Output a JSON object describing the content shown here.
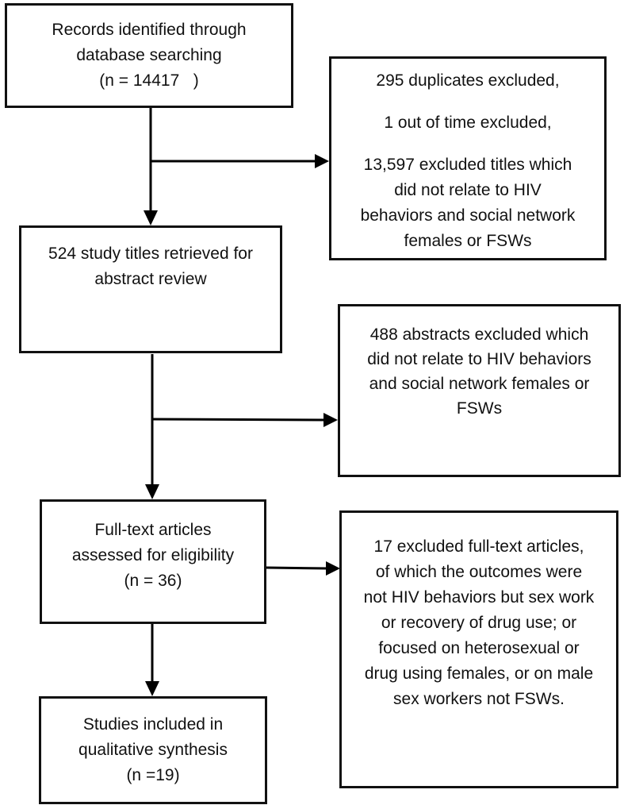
{
  "flowchart": {
    "colors": {
      "background": "#ffffff",
      "border": "#111111",
      "text": "#111111",
      "arrow": "#000000"
    },
    "boxes": {
      "records_identified": {
        "text": "Records identified through\ndatabase searching\n(n = 14417   )"
      },
      "duplicates_excluded": {
        "p1": "295 duplicates excluded,",
        "p2": "1 out of time excluded,",
        "p3": "13,597 excluded titles which\ndid not relate to HIV\nbehaviors and social network\nfemales or FSWs"
      },
      "titles_retrieved": {
        "text": "524 study titles retrieved for\nabstract review"
      },
      "abstracts_excluded": {
        "text": "488 abstracts excluded which\ndid not relate to HIV behaviors\nand social network females or\nFSWs"
      },
      "fulltext_assessed": {
        "text": "Full-text articles\nassessed for eligibility\n(n = 36)"
      },
      "fulltext_excluded": {
        "text": "17 excluded full-text articles,\nof which the outcomes were\nnot HIV behaviors but sex work\nor recovery of drug use; or\nfocused on heterosexual or\ndrug using females, or on male\nsex workers not FSWs."
      },
      "studies_included": {
        "text": "Studies included in\nqualitative synthesis\n(n =19)"
      }
    }
  }
}
